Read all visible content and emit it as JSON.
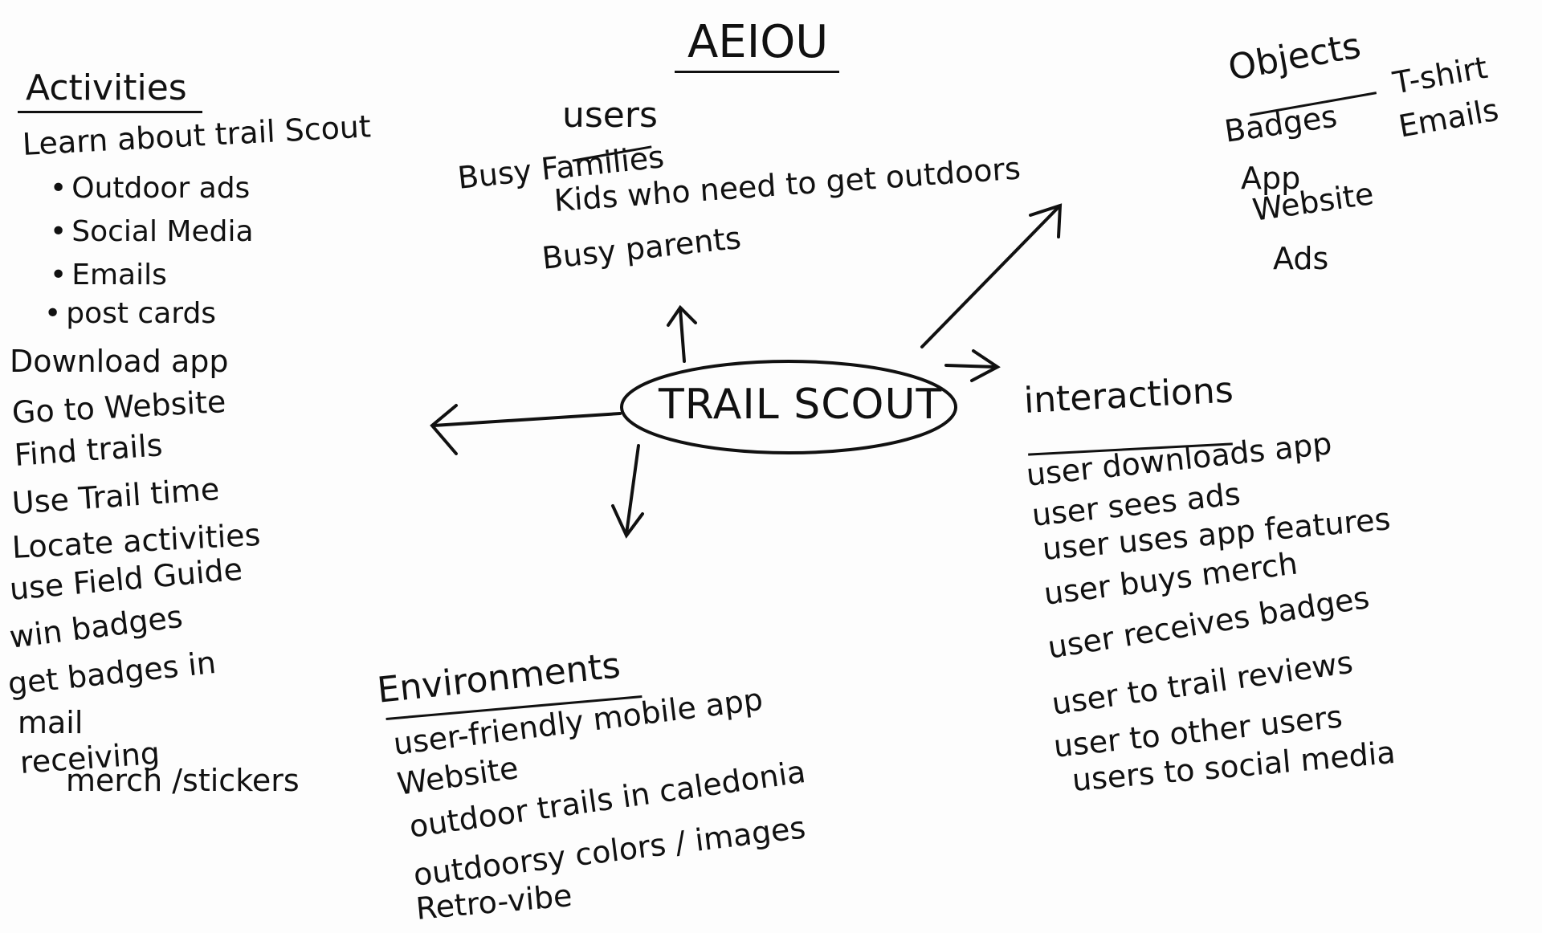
{
  "title": "AEIOU",
  "center": "TRAIL SCOUT",
  "users": {
    "heading": "users",
    "items": [
      "Busy Families",
      "Kids who need to get outdoors",
      "Busy parents"
    ]
  },
  "activities": {
    "heading": "Activities",
    "intro": "Learn about trail Scout",
    "bullets": [
      "Outdoor ads",
      "Social Media",
      "Emails",
      "post cards"
    ],
    "items": [
      "Download app",
      "Go to Website",
      "Find trails",
      "Use Trail time",
      "Locate activities",
      "use Field Guide",
      "win badges",
      "get badges in",
      "mail",
      "receiving",
      "merch /stickers"
    ]
  },
  "objects": {
    "heading": "Objects",
    "col1": [
      "Badges",
      "App",
      "Website",
      "Ads"
    ],
    "col2": [
      "T-shirt",
      "Emails"
    ]
  },
  "interactions": {
    "heading": "interactions",
    "items": [
      "user downloads app",
      "user sees ads",
      "user uses app features",
      "user buys merch",
      "user receives badges",
      "user to trail reviews",
      "user to other users",
      "users to social media"
    ]
  },
  "environments": {
    "heading": "Environments",
    "items": [
      "user-friendly mobile app",
      "Website",
      "outdoor trails in caledonia",
      "outdoorsy colors / images",
      "Retro-vibe"
    ]
  }
}
